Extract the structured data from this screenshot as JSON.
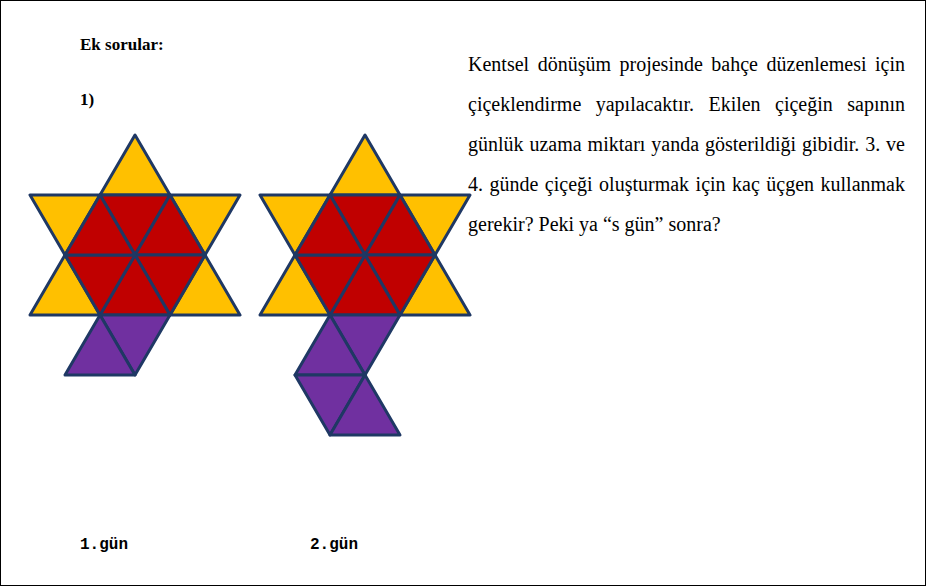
{
  "diagram": {
    "title": "Ek sorular:",
    "labels": [
      "1)",
      "Kentsel dönüşüm projesinde bahçe düzenlemesi için çiçeklendirme yapılacaktır. Ekilen çiçeğin sapının günlük uzama miktarı yanda gösterildiği gibidir. 3. ve 4. günde çiçeği oluşturmak için kaç üçgen kullanmak gerekir? Peki ya “s gün” sonra?",
      "1.gün",
      "2.gün"
    ]
  }
}
